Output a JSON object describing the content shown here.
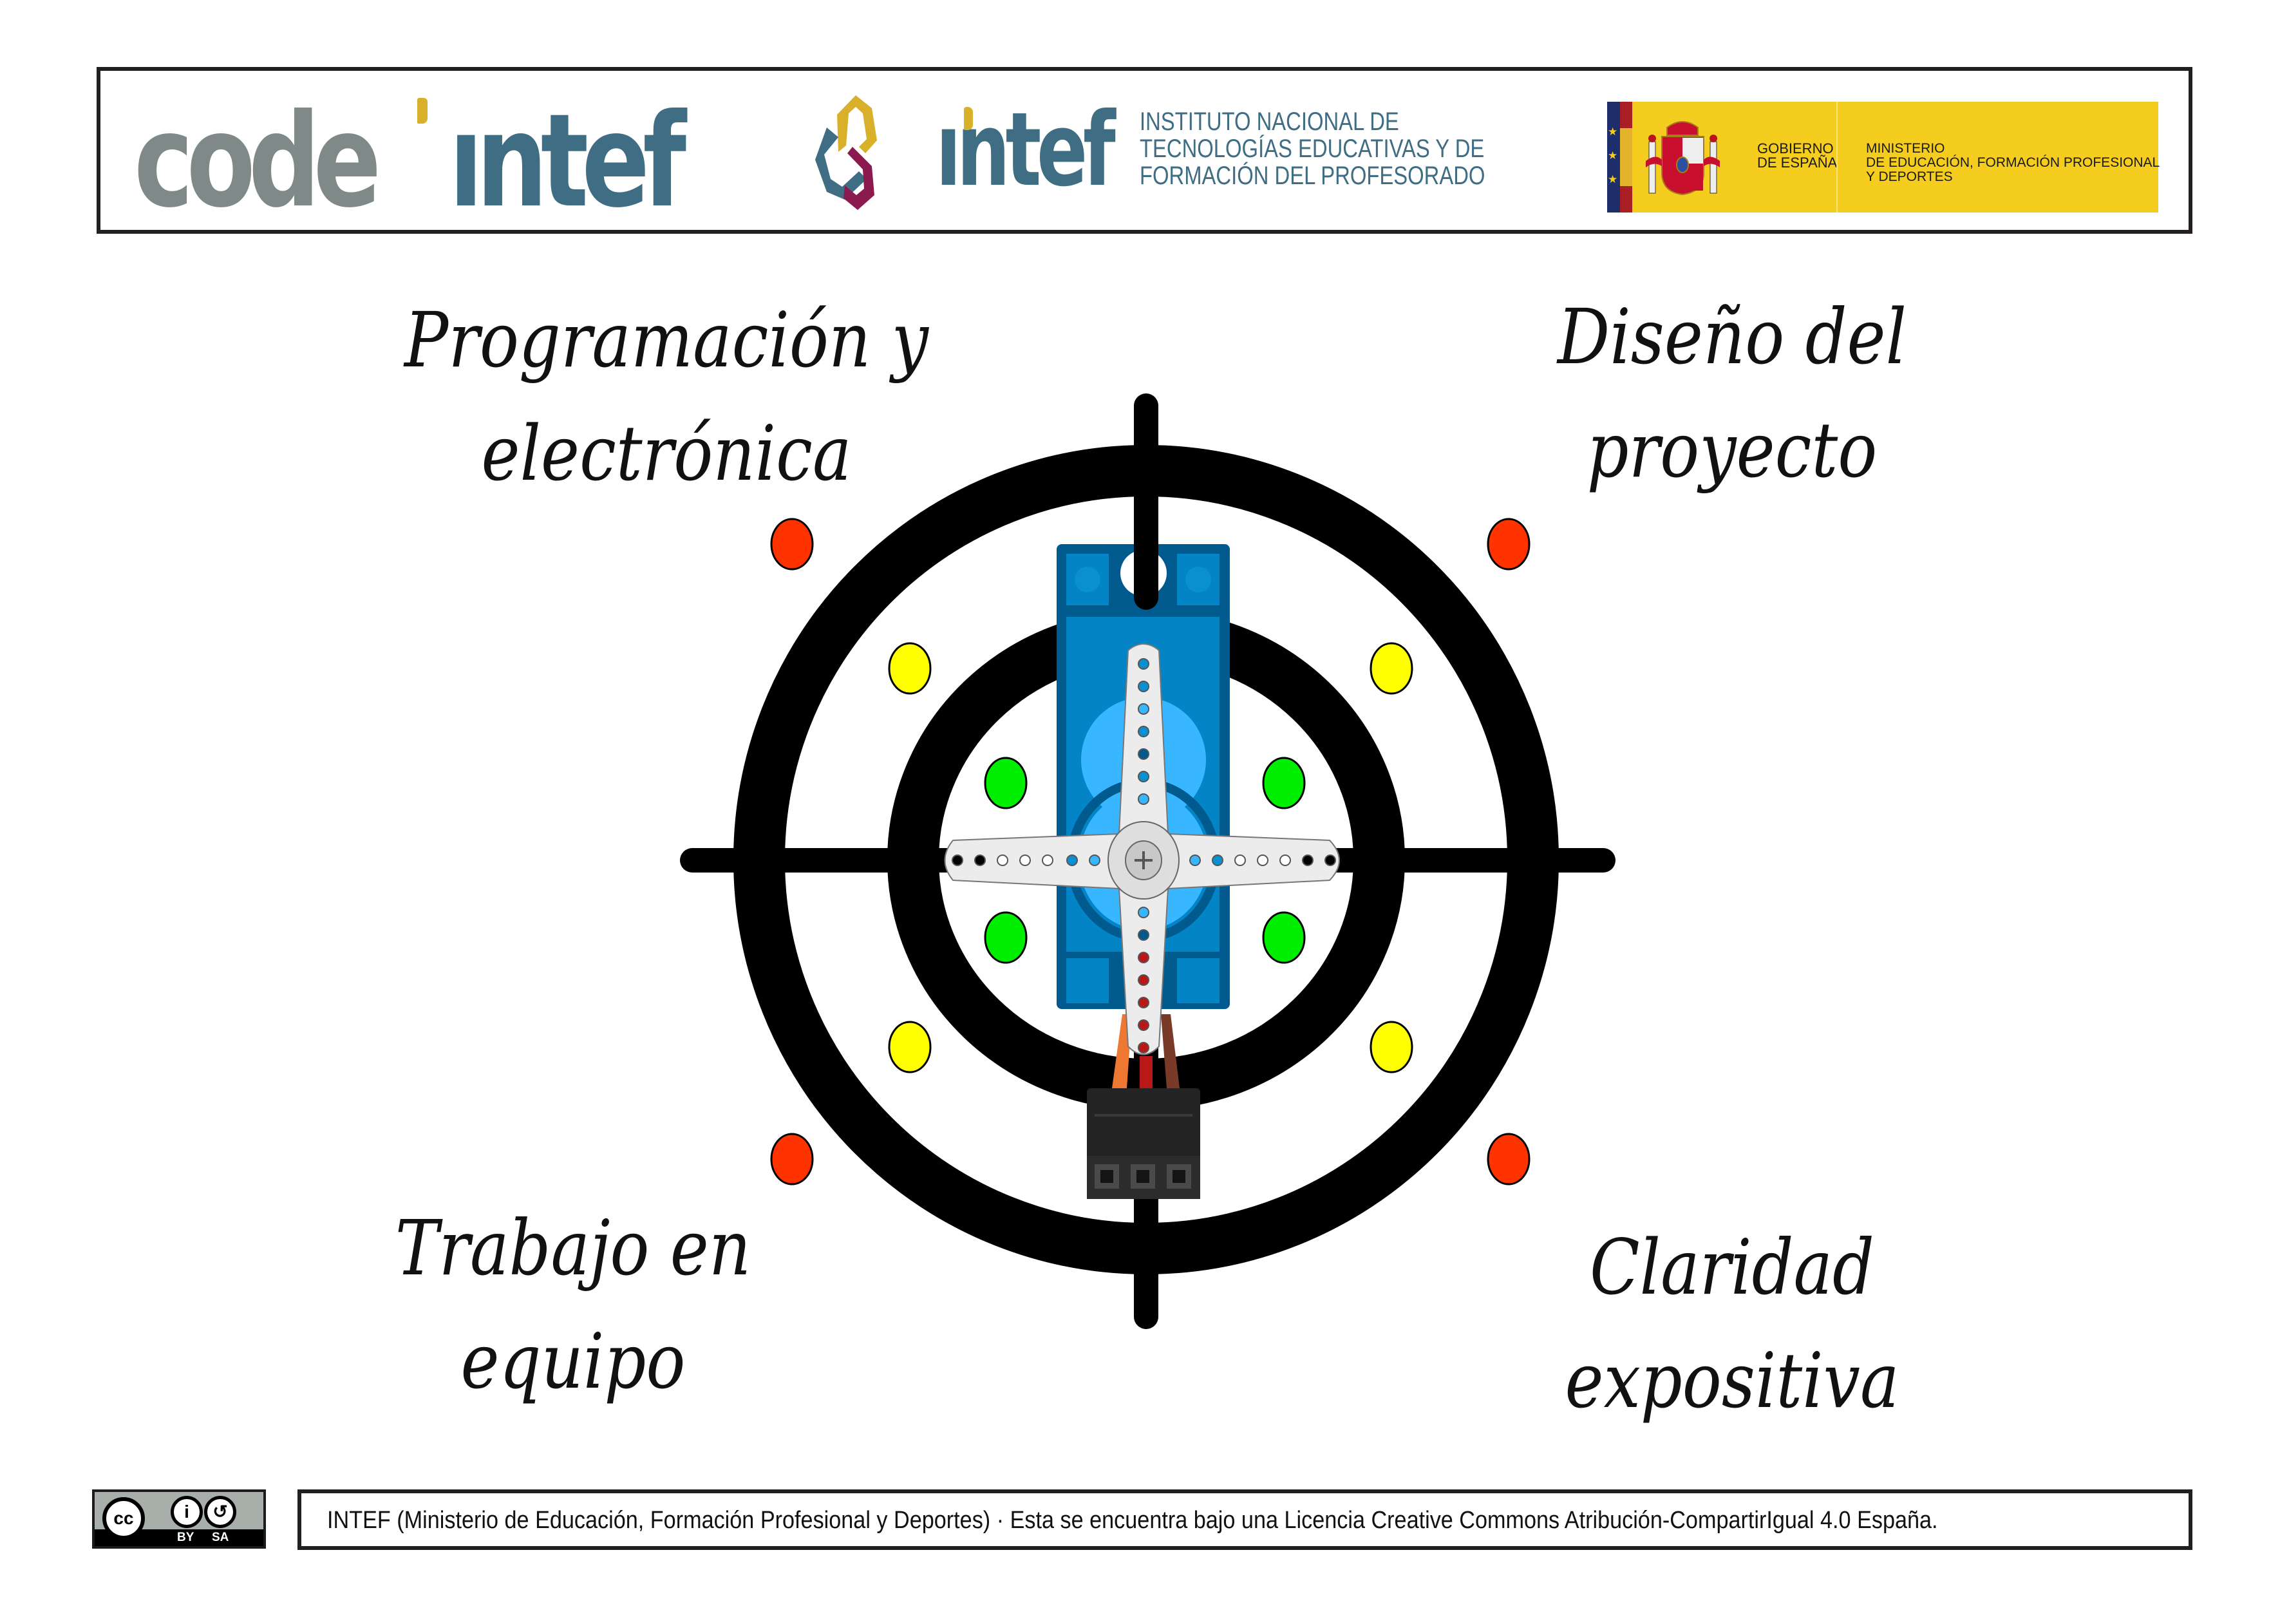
{
  "header": {
    "codeintef_logo": {
      "part1": "code",
      "part2": "ıntef"
    },
    "intef_logo": {
      "word": "ıntef",
      "lines": [
        "INSTITUTO NACIONAL DE",
        "TECNOLOGÍAS EDUCATIVAS Y DE",
        "FORMACIÓN DEL PROFESORADO"
      ]
    },
    "gobierno_logo": {
      "gov_lines": [
        "GOBIERNO",
        "DE ESPAÑA"
      ],
      "ministry_lines": [
        "MINISTERIO",
        "DE EDUCACIÓN, FORMACIÓN PROFESIONAL",
        "Y DEPORTES"
      ]
    }
  },
  "target": {
    "labels": {
      "top_left": [
        "Programación y",
        "electrónica"
      ],
      "top_right": [
        "Diseño del",
        "proyecto"
      ],
      "bottom_left": [
        "Trabajo en",
        "equipo"
      ],
      "bottom_right": [
        "Claridad",
        "expositiva"
      ]
    },
    "rings": [
      "outer",
      "inner"
    ],
    "score_dots": {
      "outer_zone": {
        "color": "#ff3300",
        "count": 4
      },
      "middle_zone": {
        "color": "#ffff00",
        "count": 4
      },
      "inner_zone": {
        "color": "#00ee00",
        "count": 4
      }
    },
    "center_image": "servo-motor",
    "colors": {
      "ring": "#000000",
      "servo_body": "#0284c7",
      "servo_dark": "#005a8e",
      "gear": "#38b6ff",
      "horn": "#ececec",
      "wire_orange": "#ee7732",
      "wire_red": "#b81818",
      "wire_brown": "#7a3a28",
      "connector": "#242424"
    }
  },
  "footer": {
    "license_badge": {
      "cc": "cc",
      "by": "BY",
      "sa": "SA"
    },
    "text": "INTEF (Ministerio de Educación, Formación Profesional y Deportes)  ·  Esta se encuentra bajo una Licencia Creative Commons Atribución-CompartirIgual 4.0 España."
  }
}
